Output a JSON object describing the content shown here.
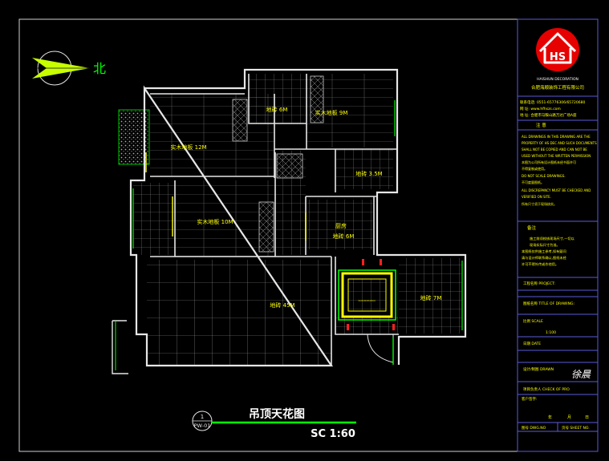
{
  "drawing": {
    "title": "吊顶天花图",
    "scale_label": "SC 1:60",
    "sheet_index": "1",
    "sheet_code": "PW-01"
  },
  "compass": {
    "north_label": "北"
  },
  "rooms": [
    {
      "id": "bedroom-master",
      "label": "实木地板 12M"
    },
    {
      "id": "bath-top",
      "label": "地砖 6M"
    },
    {
      "id": "bedroom-top",
      "label": "实木地板 9M"
    },
    {
      "id": "bath-right",
      "label": "地砖 3.5M"
    },
    {
      "id": "bedroom-mid",
      "label": "实木地板 10M"
    },
    {
      "id": "kitchen",
      "label": "厨房",
      "label2": "地砖 6M"
    },
    {
      "id": "living",
      "label": "地砖 45M"
    },
    {
      "id": "balcony",
      "label": "地砖 7M"
    }
  ],
  "title_block": {
    "company_en": "HAISHUN DECORATION",
    "company_cn": "合肥海顺装饰工程有限公司",
    "contact_lines": [
      "联系电话: 0551-65776306/65720680",
      "网  址: www.hfhszs.com",
      "地  址: 合肥市马鞍山路万达广场A座"
    ],
    "notice_header": "注  意",
    "notice_lines": [
      "ALL DRAWINGS IN THIS DRAWING ARE THE",
      "PROPERTY OF HS DEC AND SUCH DOCUMENTS",
      "SHALL NOT BE COPIED AND CAN NOT BE",
      "USED WITHOUT THE WRITTEN PERMISSION",
      "本图为公司所有设计图纸未经书面许可",
      "不得复制或使用。",
      "DO NOT SCALE DRAWINGS.",
      "不可度量图纸。",
      "ALL DISCREPANCY MUST BE CHECKED AND",
      "VERIFIED ON SITE.",
      "所有尺寸须于现场核实。"
    ],
    "remarks_header": "备注",
    "remarks_lines": [
      "施工前须校核现场尺寸,一切以",
      "现场实际尺寸为准。",
      "本图纸仅供施工参考,如有疑问",
      "请与设计师联系确认,图纸未经",
      "许可不得外传或作他用。"
    ],
    "fields": [
      "工程名称 PROJECT:",
      "图纸名称 TITLE OF DRAWING:",
      "比例 SCALE",
      "1:100",
      "日期 DATE",
      "设计/制图 DRAWN",
      "项目负责人 CHECK OF PRO",
      "客户签字:"
    ],
    "signature": "徐晨",
    "date_labels": [
      "年",
      "月",
      "日"
    ],
    "drawing_no_label": "图号 DWG.NO",
    "sheet_no_label": "页号 SHEET NO."
  },
  "colors": {
    "wall": "#e6e6e6",
    "grid": "#8c8c8c",
    "label": "#ffff00",
    "accent_green": "#00ff00",
    "accent_red": "#ff2020",
    "logo_red": "#e60000",
    "title_block_line": "#5a5ad8"
  }
}
